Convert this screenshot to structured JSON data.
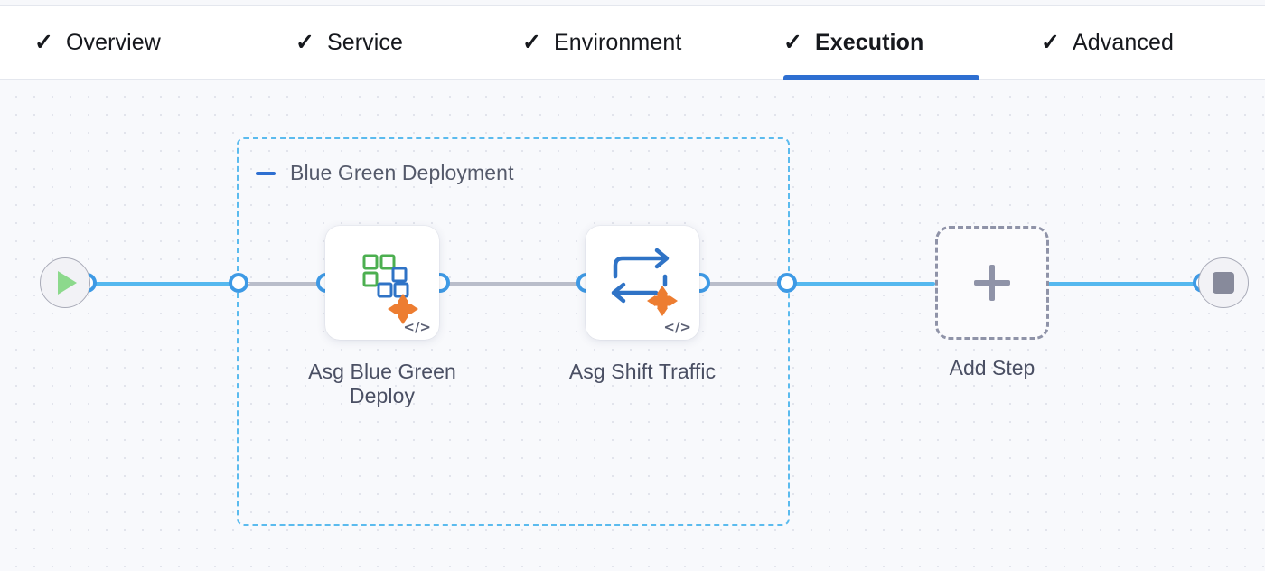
{
  "tabbar": {
    "check_glyph": "✓",
    "tabs": [
      {
        "label": "Overview",
        "active": false,
        "completed": true
      },
      {
        "label": "Service",
        "active": false,
        "completed": true
      },
      {
        "label": "Environment",
        "active": false,
        "completed": true
      },
      {
        "label": "Execution",
        "active": true,
        "completed": true
      },
      {
        "label": "Advanced",
        "active": false,
        "completed": true
      }
    ],
    "active_underline_color": "#2e6fd1"
  },
  "canvas": {
    "background_color": "#f8f9fc",
    "dot_color": "#e2e4ec"
  },
  "pipeline": {
    "start_node": {
      "name": "start",
      "icon": "play-icon"
    },
    "end_node": {
      "name": "end",
      "icon": "stop-icon"
    },
    "group": {
      "title": "Blue Green Deployment",
      "collapse_icon": "minus-icon",
      "border_color": "#5bbbee",
      "title_color": "#555a6b"
    },
    "steps": [
      {
        "label": "Asg Blue Green Deploy",
        "icon": "asg-blue-green-deploy-icon",
        "badge": "</>"
      },
      {
        "label": "Asg Shift Traffic",
        "icon": "asg-shift-traffic-icon",
        "badge": "</>"
      }
    ],
    "add_step": {
      "label": "Add Step",
      "icon": "plus-icon"
    },
    "edge_colors": {
      "solid": "#55b8ef",
      "dashed": "#b9bdca"
    }
  }
}
